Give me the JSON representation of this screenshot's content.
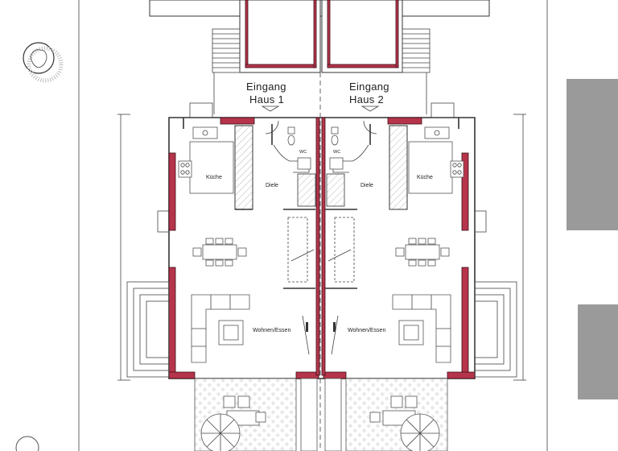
{
  "labels": {
    "entrance_1_line1": "Eingang",
    "entrance_1_line2": "Haus 1",
    "entrance_2_line1": "Eingang",
    "entrance_2_line2": "Haus 2",
    "wc_left": "WC",
    "wc_right": "WC",
    "kitchen_left": "Küche",
    "kitchen_right": "Küche",
    "hall_left": "Diele",
    "hall_right": "Diele",
    "living_left": "Wohnen/Essen",
    "living_right": "Wohnen/Essen"
  },
  "colors": {
    "wall_accent": "#b5344a",
    "neighbor_building": "#9a9a9a",
    "line": "#333333"
  },
  "icons": [
    "tree-icon",
    "dining-table-icon",
    "sofa-icon",
    "stove-icon",
    "sink-icon",
    "toilet-icon",
    "patio-umbrella-icon"
  ]
}
